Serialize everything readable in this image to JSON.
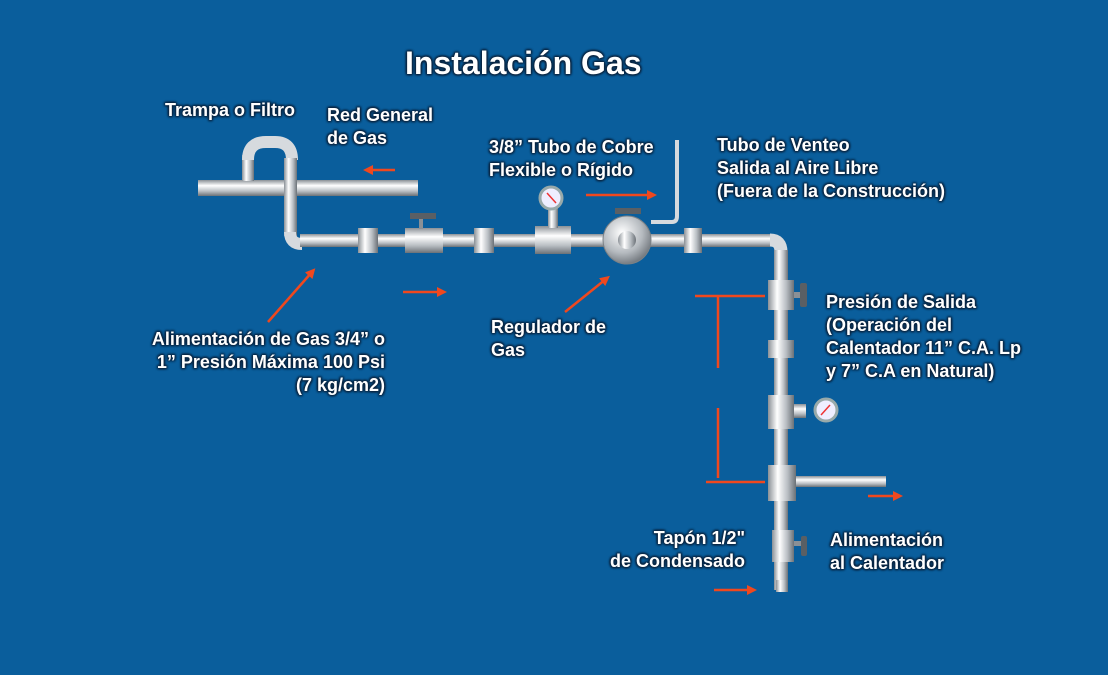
{
  "title": "Instalación Gas",
  "labels": {
    "trampa": "Trampa o Filtro",
    "red_general": "Red General\nde Gas",
    "tubo_cobre": "3/8” Tubo de Cobre\nFlexible o Rígido",
    "tubo_venteo": "Tubo de Venteo\nSalida al Aire Libre\n(Fuera de la Construcción)",
    "alimentacion": "Alimentación de Gas 3/4” o\n1” Presión Máxima 100 Psi\n(7 kg/cm2)",
    "regulador": "Regulador de\nGas",
    "presion_salida": "Presión de Salida\n(Operación del\nCalentador 11” C.A. Lp\ny 7” C.A en Natural)",
    "tapon": "Tapón 1/2\"\nde Condensado",
    "alimentacion_calentador": "Alimentación\nal Calentador"
  },
  "colors": {
    "background": "#0a5e9c",
    "arrow": "#f0481e",
    "pipe": "#c8ccd0"
  }
}
